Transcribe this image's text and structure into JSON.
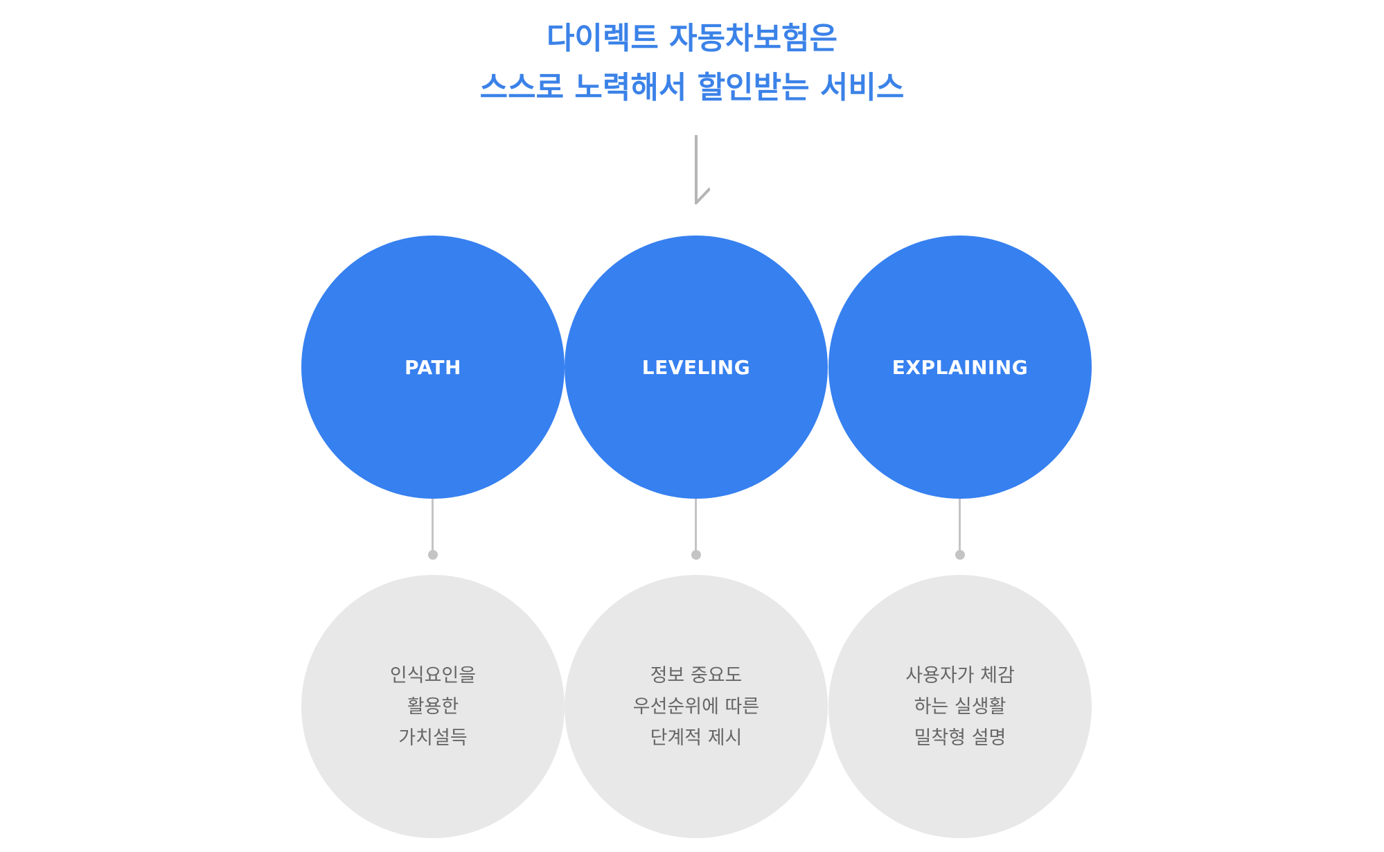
{
  "headline": {
    "line1": "다이렉트 자동차보험은",
    "line2": "스스로 노력해서 할인받는 서비스"
  },
  "colors": {
    "headline": "#3b82e8",
    "blue_circle": "#3680f0",
    "gray_circle": "#e8e8e8",
    "connector": "#c4c4c4",
    "desc_text": "#666666"
  },
  "pillars": [
    {
      "label": "PATH",
      "desc": [
        "인식요인을",
        "활용한",
        "가치설득"
      ]
    },
    {
      "label": "LEVELING",
      "desc": [
        "정보 중요도",
        "우선순위에 따른",
        "단계적 제시"
      ]
    },
    {
      "label": "EXPLAINING",
      "desc": [
        "사용자가 체감",
        "하는 실생활",
        "밀착형 설명"
      ]
    }
  ]
}
